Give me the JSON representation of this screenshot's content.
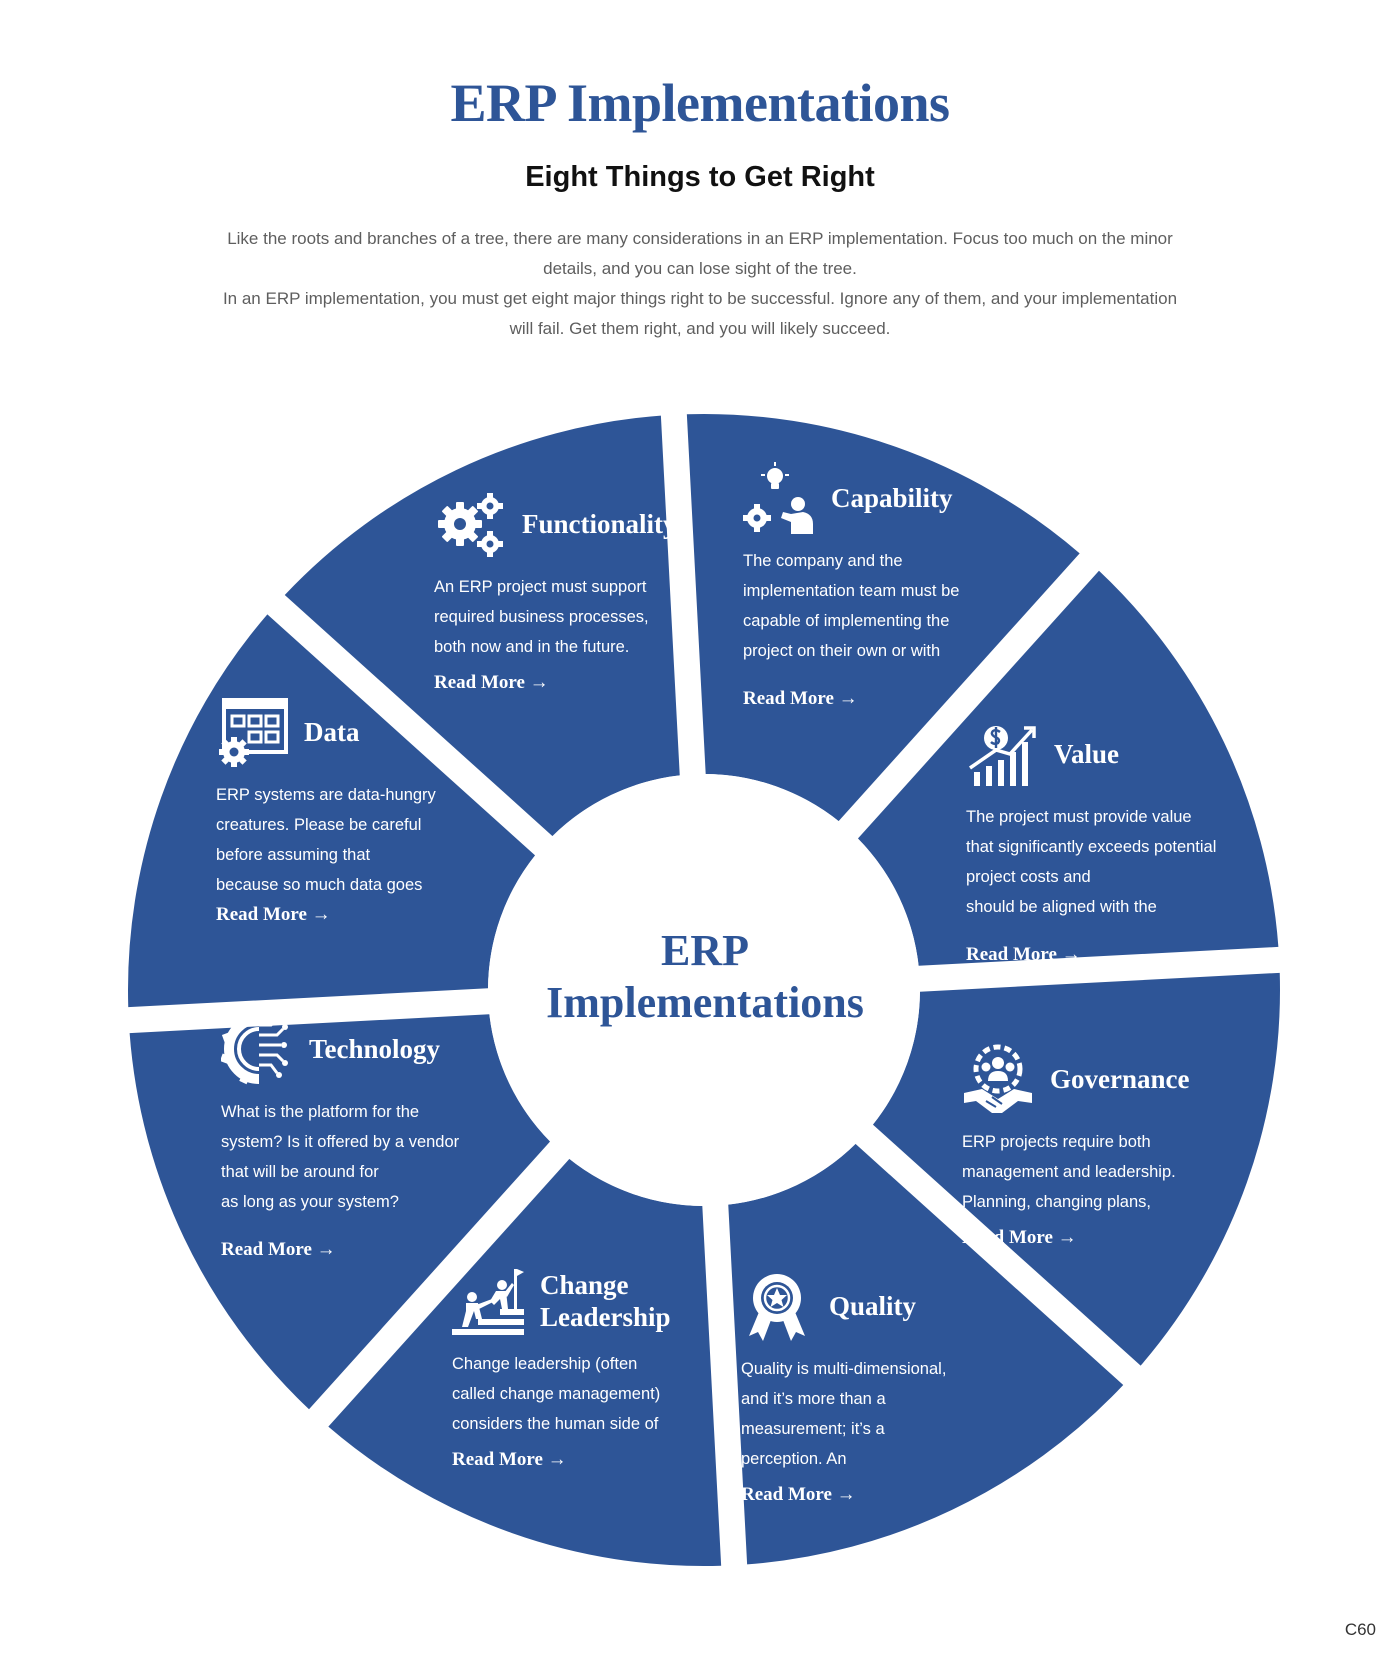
{
  "header": {
    "title": "ERP Implementations",
    "subtitle": "Eight Things to Get Right",
    "intro": [
      "Like the roots and branches of a tree, there are many considerations in an ERP implementation. Focus too much on the minor details, and you can lose sight of the tree.",
      "In an ERP implementation, you must get eight major things right to be successful. Ignore any of them, and your implementation will fail. Get them right, and you will likely succeed."
    ]
  },
  "center": {
    "line1": "ERP",
    "line2": "Implementations"
  },
  "colors": {
    "brand_blue": "#2e5597",
    "text_gray": "#5e5e5e"
  },
  "segments": [
    {
      "key": "functionality",
      "title": "Functionality",
      "icon": "gears-icon",
      "body": "An ERP project must support\nrequired business processes,\nboth now and in the future.",
      "link": "Read More →"
    },
    {
      "key": "capability",
      "title": "Capability",
      "icon": "idea-person-icon",
      "body": "The company and the\nimplementation team must be\ncapable of implementing the\nproject on their own or with",
      "link": "Read More →"
    },
    {
      "key": "value",
      "title": "Value",
      "icon": "growth-chart-icon",
      "body": "The project must provide value\nthat significantly exceeds potential\nproject costs and\nshould be aligned with the",
      "link": "Read More →"
    },
    {
      "key": "governance",
      "title": "Governance",
      "icon": "handshake-team-icon",
      "body": "ERP projects require both\nmanagement and leadership.\nPlanning, changing plans,",
      "link": "Read More →"
    },
    {
      "key": "quality",
      "title": "Quality",
      "icon": "award-badge-icon",
      "body": "Quality is multi-dimensional,\nand it’s more than a\nmeasurement; it’s a\nperception. An",
      "link": "Read More →"
    },
    {
      "key": "change-leadership",
      "title": "Change\nLeadership",
      "icon": "climbing-steps-icon",
      "body": "Change leadership (often\ncalled change management)\nconsiders the human side of",
      "link": "Read More →"
    },
    {
      "key": "technology",
      "title": "Technology",
      "icon": "circuit-gear-icon",
      "body": "What is the platform for the\nsystem? Is it offered by a vendor\nthat will be around for\nas long as your system?",
      "link": "Read More →"
    },
    {
      "key": "data",
      "title": "Data",
      "icon": "data-dashboard-icon",
      "body": "ERP systems are data-hungry\ncreatures. Please be careful\nbefore assuming that\nbecause so much data goes",
      "link": "Read More →"
    }
  ],
  "footer": {
    "code": "C60"
  }
}
